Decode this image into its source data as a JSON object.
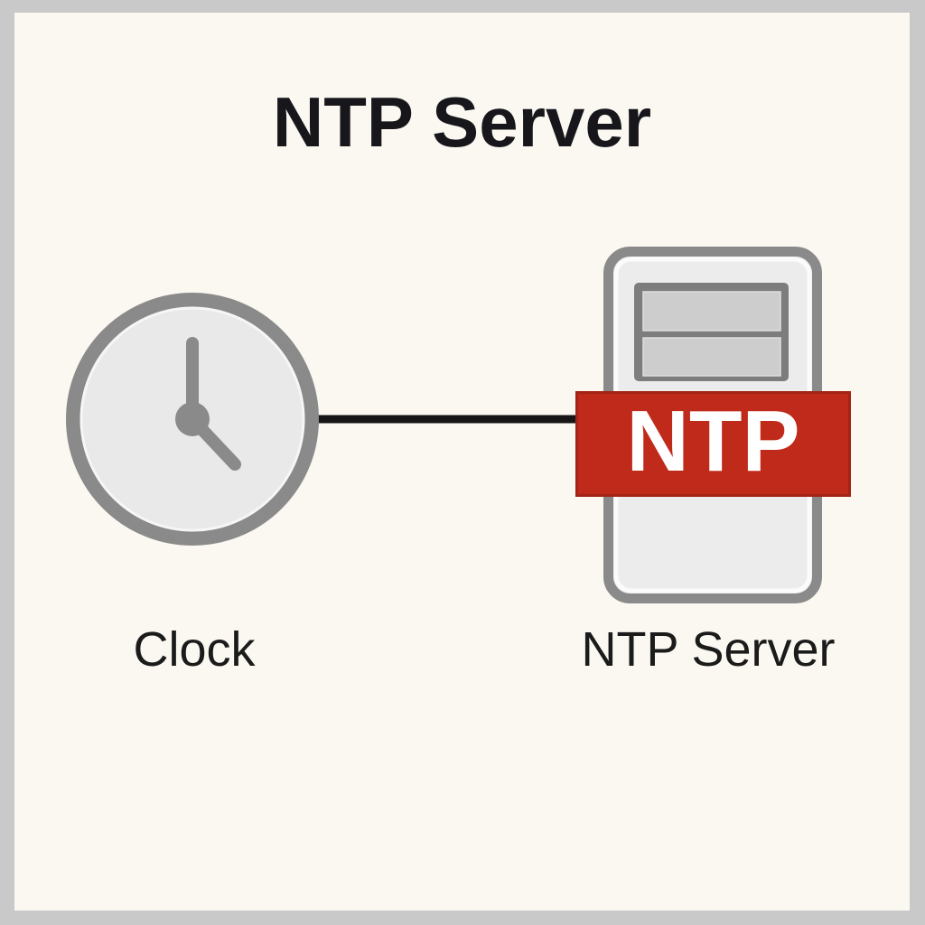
{
  "diagram": {
    "title": "NTP Server",
    "nodes": [
      {
        "id": "clock",
        "label": "Clock",
        "icon": "clock-icon"
      },
      {
        "id": "ntp-server",
        "label": "NTP Server",
        "icon": "server-tower-icon",
        "badge": "NTP"
      }
    ],
    "edges": [
      {
        "from": "clock",
        "to": "ntp-server",
        "style": "solid-black-line"
      }
    ],
    "colors": {
      "background": "#faf8f1",
      "frame_border": "#c9c9c9",
      "title_text": "#17171b",
      "label_text": "#1b1b1b",
      "icon_gray": "#8a8a8a",
      "clock_face": "#e9e9e9",
      "server_fill": "#ececec",
      "server_panel": "#7d7d7d",
      "server_bay": "#cdcdcd",
      "badge_red": "#bf2a1b",
      "badge_border": "#a32315",
      "badge_text": "#ffffff",
      "connector": "#161616"
    }
  }
}
